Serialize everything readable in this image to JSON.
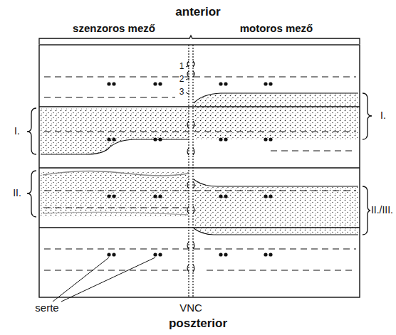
{
  "diagram": {
    "labels": [
      "anterior",
      "szenzoros mező",
      "motoros mező",
      "1",
      "2",
      "3",
      "I.",
      "I.",
      "II.",
      "II./III.",
      "serte",
      "VNC",
      "poszterior"
    ]
  }
}
